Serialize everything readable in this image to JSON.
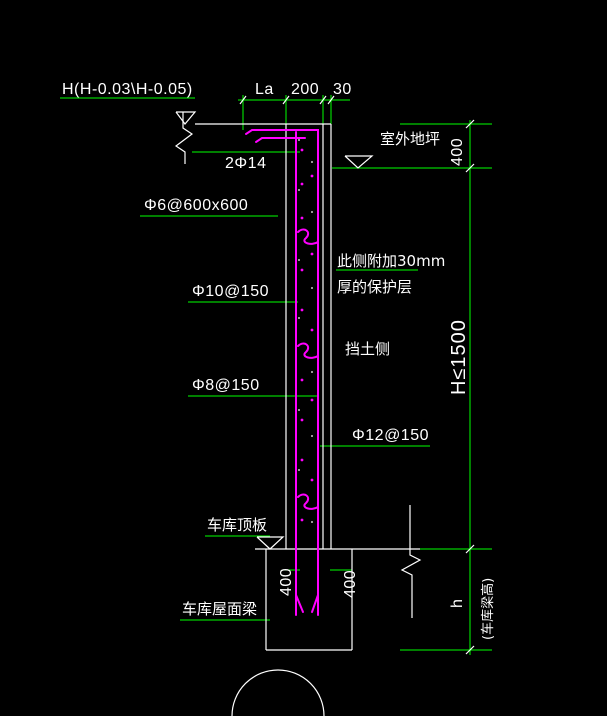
{
  "colors": {
    "background": "#000000",
    "leader": "#00ff00",
    "outline": "#ffffff",
    "rebar": "#ff00ff",
    "hatch": "#c8c8c8"
  },
  "labels": {
    "top_elevation": "H(H-0.03\\H-0.05)",
    "dim_la": "La",
    "dim_200": "200",
    "dim_30": "30",
    "outdoor_ground": "室外地坪",
    "dim_400_top": "400",
    "bar_2phi14": "2Φ14",
    "bar_phi6": "Φ6@600x600",
    "cover_note_line1": "此侧附加30mm",
    "cover_note_line2": "厚的保护层",
    "bar_phi10": "Φ10@150",
    "soil_side": "挡土侧",
    "height_limit": "H≤1500",
    "bar_phi8": "Φ8@150",
    "bar_phi12": "Φ12@150",
    "garage_roof_slab": "车库顶板",
    "dim_400_left": "400",
    "dim_400_right": "400",
    "garage_roof_beam": "车库屋面梁",
    "dim_h": "h",
    "beam_height_note": "(车库梁高)"
  }
}
